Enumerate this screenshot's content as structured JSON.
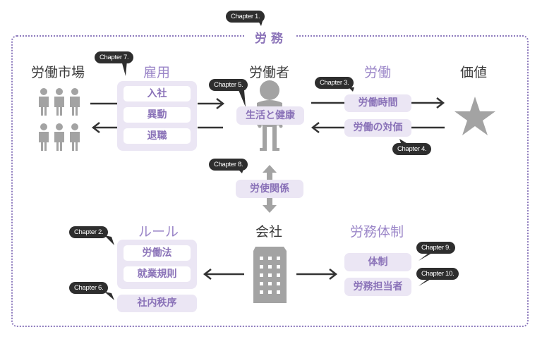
{
  "title": "労務",
  "chapters": {
    "c1": "Chapter 1.",
    "c2": "Chapter 2.",
    "c3": "Chapter 3.",
    "c4": "Chapter 4.",
    "c5": "Chapter 5.",
    "c6": "Chapter 6.",
    "c7": "Chapter 7.",
    "c8": "Chapter 8.",
    "c9": "Chapter 9.",
    "c10": "Chapter 10."
  },
  "labor_market": {
    "heading": "労働市場",
    "icon": "people-group-icon"
  },
  "employment": {
    "heading": "雇用",
    "items": [
      "入社",
      "異動",
      "退職"
    ]
  },
  "worker": {
    "heading": "労働者",
    "icon": "person-icon",
    "label": "生活と健康"
  },
  "labor": {
    "heading": "労働",
    "items": [
      "労働時間",
      "労働の対価"
    ]
  },
  "value": {
    "heading": "価値",
    "icon": "star-icon"
  },
  "labor_relations": {
    "label": "労使関係",
    "icon": "double-arrow-icon"
  },
  "company": {
    "heading": "会社",
    "icon": "building-icon"
  },
  "rules": {
    "heading": "ルール",
    "items": [
      "労働法",
      "就業規則"
    ],
    "extra": "社内秩序"
  },
  "labor_system": {
    "heading": "労務体制",
    "items": [
      "体制",
      "労務担当者"
    ]
  },
  "colors": {
    "accent": "#8a72b8",
    "accent_light": "#9b86c8",
    "box_bg": "#ebe6f4",
    "icon_gray": "#a3a3a3",
    "bubble": "#2e2e2e",
    "text_dark": "#3a3a3a"
  }
}
